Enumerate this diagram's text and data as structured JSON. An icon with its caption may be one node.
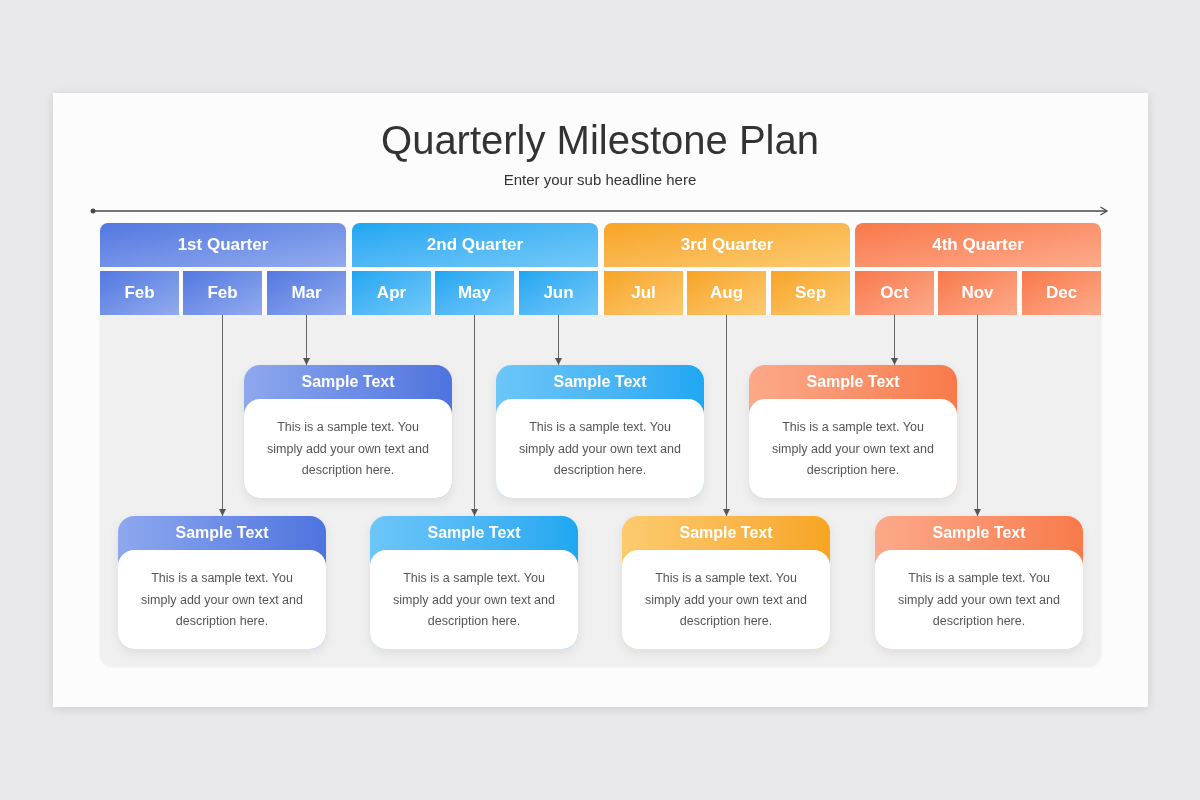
{
  "diagram": {
    "title": "Quarterly Milestone Plan",
    "nodes": [
      {
        "text": [
          "1st Quarter"
        ]
      },
      {
        "text": [
          "2nd Quarter"
        ]
      },
      {
        "text": [
          "3rd Quarter"
        ]
      },
      {
        "text": [
          "4th Quarter"
        ]
      },
      {
        "text": [
          "Feb"
        ]
      },
      {
        "text": [
          "Feb"
        ]
      },
      {
        "text": [
          "Mar"
        ]
      },
      {
        "text": [
          "Apr"
        ]
      },
      {
        "text": [
          "May"
        ]
      },
      {
        "text": [
          "Jun"
        ]
      },
      {
        "text": [
          "Jul"
        ]
      },
      {
        "text": [
          "Aug"
        ]
      },
      {
        "text": [
          "Sep"
        ]
      },
      {
        "text": [
          "Oct"
        ]
      },
      {
        "text": [
          "Nov"
        ]
      },
      {
        "text": [
          "Dec"
        ]
      },
      {
        "text": [
          "Sample Text",
          "This is a sample text. You simply add your own text and description here."
        ]
      },
      {
        "text": [
          "Sample Text",
          "This is a sample text. You simply add your own text and description here."
        ]
      },
      {
        "text": [
          "Sample Text",
          "This is a sample text. You simply add your own text and description here."
        ]
      },
      {
        "text": [
          "Sample Text",
          "This is a sample text. You simply add your own text and description here."
        ]
      },
      {
        "text": [
          "Sample Text",
          "This is a sample text. You simply add your own text and description here."
        ]
      },
      {
        "text": [
          "Sample Text",
          "This is a sample text. You simply add your own text and description here."
        ]
      },
      {
        "text": [
          "Sample Text",
          "This is a sample text. You simply add your own text and description here."
        ]
      }
    ],
    "edges": [
      {
        "from": 5,
        "to": 19,
        "arrow": "to"
      },
      {
        "from": 6,
        "to": 16,
        "arrow": "to"
      },
      {
        "from": 8,
        "to": 20,
        "arrow": "to"
      },
      {
        "from": 9,
        "to": 17,
        "arrow": "to"
      },
      {
        "from": 11,
        "to": 21,
        "arrow": "to"
      },
      {
        "from": 13,
        "to": 18,
        "arrow": "to"
      },
      {
        "from": 14,
        "to": 22,
        "arrow": "to"
      }
    ],
    "labels": [
      "Enter your sub headline here"
    ]
  }
}
